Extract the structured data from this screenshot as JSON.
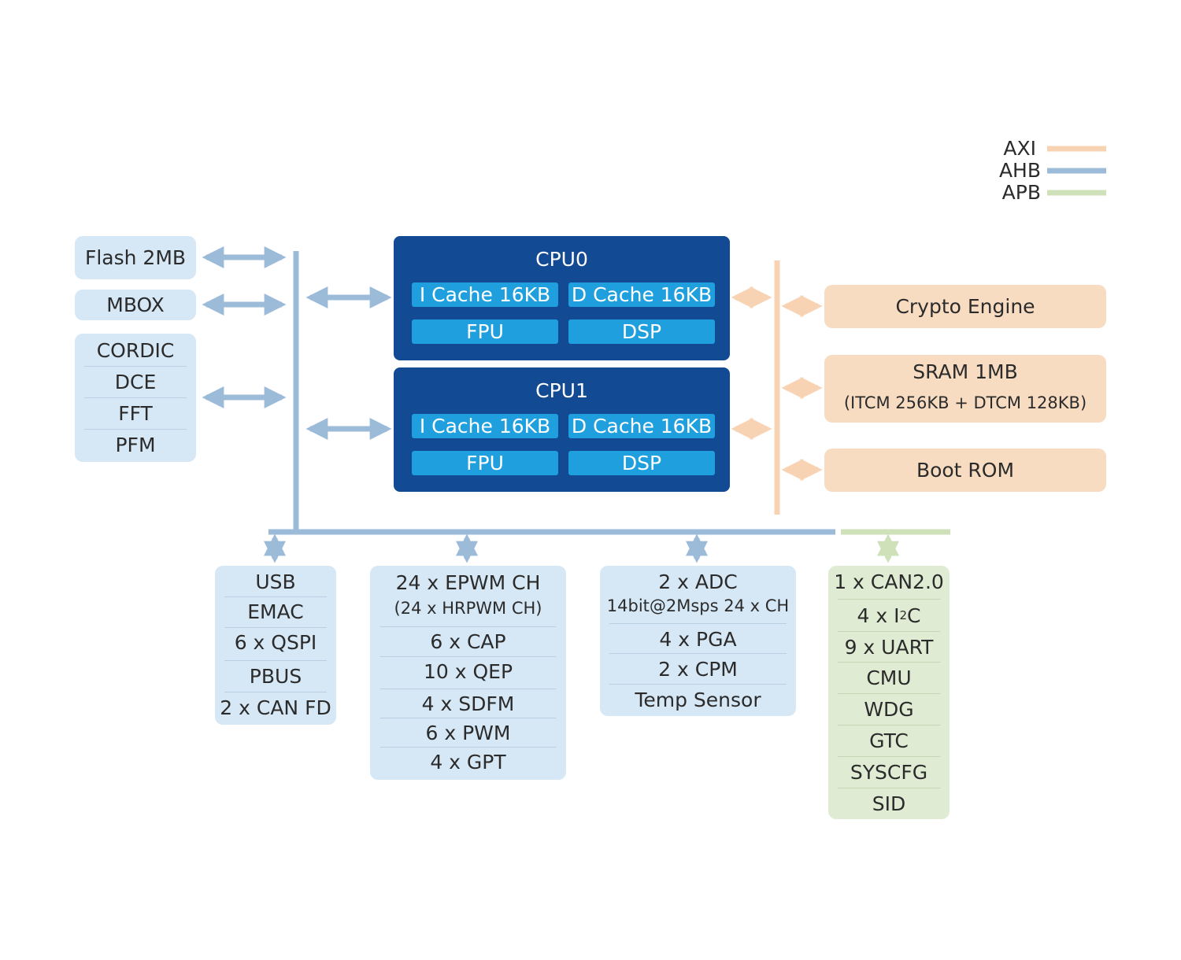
{
  "legend": [
    {
      "label": "AXI",
      "color": "#f7d3b3"
    },
    {
      "label": "AHB",
      "color": "#9cbbd9"
    },
    {
      "label": "APB",
      "color": "#cfe1b9"
    }
  ],
  "left_blocks": {
    "flash": "Flash 2MB",
    "mbox": "MBOX",
    "math": [
      "CORDIC",
      "DCE",
      "FFT",
      "PFM"
    ]
  },
  "cpus": [
    {
      "title": "CPU0",
      "icache": "I Cache 16KB",
      "dcache": "D Cache 16KB",
      "fpu": "FPU",
      "dsp": "DSP"
    },
    {
      "title": "CPU1",
      "icache": "I Cache 16KB",
      "dcache": "D Cache 16KB",
      "fpu": "FPU",
      "dsp": "DSP"
    }
  ],
  "right_blocks": {
    "crypto": "Crypto Engine",
    "sram_title": "SRAM 1MB",
    "sram_detail": "(ITCM 256KB + DTCM 128KB)",
    "bootrom": "Boot ROM"
  },
  "bottom_groups": {
    "comm": [
      "USB",
      "EMAC",
      "6 x QSPI",
      "PBUS",
      "2 x CAN FD"
    ],
    "pwm": {
      "head": "24 x EPWM CH",
      "head_sub": "(24 x HRPWM CH)",
      "items": [
        "6 x CAP",
        "10 x QEP",
        "4 x SDFM",
        "6 x PWM",
        "4 x GPT"
      ]
    },
    "analog": {
      "head": "2 x ADC",
      "head_sub": "14bit@2Msps 24 x CH",
      "items": [
        "4 x PGA",
        "2 x CPM",
        "Temp Sensor"
      ]
    },
    "apb": {
      "can": "1 x CAN2.0",
      "i2c_prefix": "4 x I",
      "i2c_sup": "2",
      "i2c_suffix": "C",
      "items": [
        "9 x UART",
        "CMU",
        "WDG",
        "GTC",
        "SYSCFG",
        "SID"
      ]
    }
  }
}
